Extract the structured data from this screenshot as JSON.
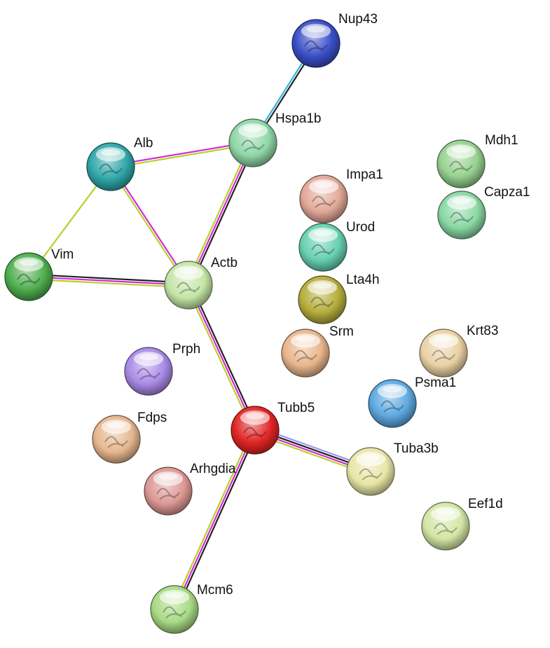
{
  "network": {
    "nodes": [
      {
        "id": "Nup43",
        "label": "Nup43",
        "color": "#3a4fc8"
      },
      {
        "id": "Hspa1b",
        "label": "Hspa1b",
        "color": "#8fd6a8"
      },
      {
        "id": "Alb",
        "label": "Alb",
        "color": "#2fa6a8"
      },
      {
        "id": "Mdh1",
        "label": "Mdh1",
        "color": "#96d190"
      },
      {
        "id": "Impa1",
        "label": "Impa1",
        "color": "#e2a898"
      },
      {
        "id": "Capza1",
        "label": "Capza1",
        "color": "#8ad8a4"
      },
      {
        "id": "Urod",
        "label": "Urod",
        "color": "#66d0b0"
      },
      {
        "id": "Vim",
        "label": "Vim",
        "color": "#4fae4f"
      },
      {
        "id": "Actb",
        "label": "Actb",
        "color": "#c4e6a6"
      },
      {
        "id": "Lta4h",
        "label": "Lta4h",
        "color": "#b6ad3c"
      },
      {
        "id": "Srm",
        "label": "Srm",
        "color": "#e8b68c"
      },
      {
        "id": "Krt83",
        "label": "Krt83",
        "color": "#ead1a4"
      },
      {
        "id": "Prph",
        "label": "Prph",
        "color": "#a98ae6"
      },
      {
        "id": "Psma1",
        "label": "Psma1",
        "color": "#5ea8e0"
      },
      {
        "id": "Tubb5",
        "label": "Tubb5",
        "color": "#e02424"
      },
      {
        "id": "Fdps",
        "label": "Fdps",
        "color": "#e6b790"
      },
      {
        "id": "Tuba3b",
        "label": "Tuba3b",
        "color": "#e8e6a6"
      },
      {
        "id": "Arhgdia",
        "label": "Arhgdia",
        "color": "#dc9894"
      },
      {
        "id": "Eef1d",
        "label": "Eef1d",
        "color": "#d2e6a4"
      },
      {
        "id": "Mcm6",
        "label": "Mcm6",
        "color": "#a8da84"
      }
    ],
    "edges": [
      {
        "source": "Nup43",
        "target": "Hspa1b",
        "evidence": [
          "#222222",
          "#35b4d8"
        ]
      },
      {
        "source": "Alb",
        "target": "Hspa1b",
        "evidence": [
          "#d62ad6",
          "#b4d22a"
        ]
      },
      {
        "source": "Alb",
        "target": "Vim",
        "evidence": [
          "#b4d22a"
        ]
      },
      {
        "source": "Alb",
        "target": "Actb",
        "evidence": [
          "#d62ad6",
          "#b4d22a"
        ]
      },
      {
        "source": "Hspa1b",
        "target": "Actb",
        "evidence": [
          "#222222",
          "#d62ad6",
          "#b4d22a"
        ]
      },
      {
        "source": "Vim",
        "target": "Actb",
        "evidence": [
          "#222222",
          "#d62ad6",
          "#b4d22a"
        ]
      },
      {
        "source": "Actb",
        "target": "Tubb5",
        "evidence": [
          "#222222",
          "#d62ad6",
          "#b4d22a"
        ]
      },
      {
        "source": "Tubb5",
        "target": "Tuba3b",
        "evidence": [
          "#9a9aee",
          "#222222",
          "#d62ad6",
          "#b4d22a"
        ]
      },
      {
        "source": "Tubb5",
        "target": "Mcm6",
        "evidence": [
          "#222222",
          "#d62ad6",
          "#b4d22a"
        ]
      }
    ]
  }
}
